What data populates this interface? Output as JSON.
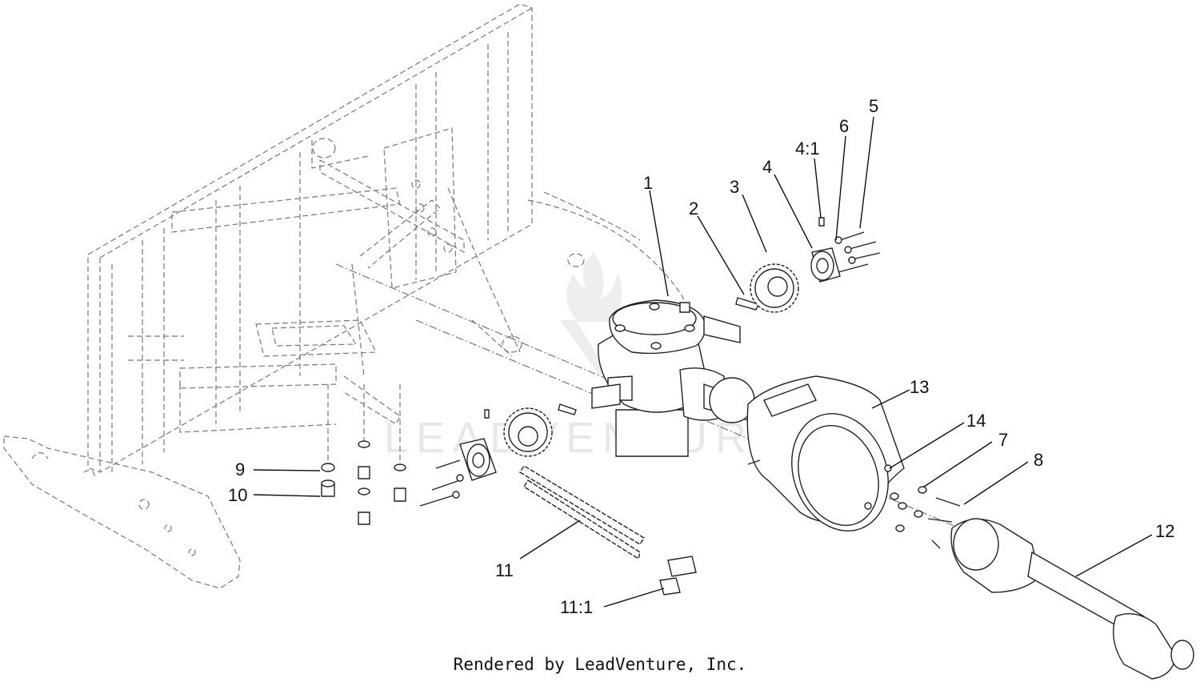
{
  "watermark": "LEADVENTURE",
  "footer": "Rendered by LeadVenture, Inc.",
  "callouts": {
    "c1": "1",
    "c2": "2",
    "c3": "3",
    "c4": "4",
    "c4_1": "4:1",
    "c5": "5",
    "c6": "6",
    "c7": "7",
    "c8": "8",
    "c9": "9",
    "c10": "10",
    "c11": "11",
    "c11_1": "11:1",
    "c12": "12",
    "c13": "13",
    "c14": "14"
  }
}
